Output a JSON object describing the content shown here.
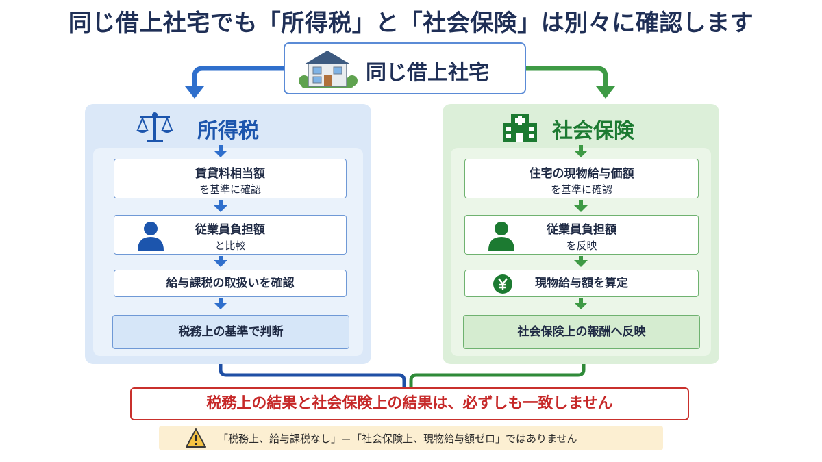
{
  "title": "同じ借上社宅でも「所得税」と「社会保険」は別々に確認します",
  "top": {
    "label": "同じ借上社宅",
    "icon": "house-icon"
  },
  "tax": {
    "title": "所得税",
    "icon": "scales-icon",
    "color": "#1c55ad",
    "steps": [
      {
        "main": "賃貸料相当額",
        "sub": "を基準に確認"
      },
      {
        "main": "従業員負担額",
        "sub": "と比較",
        "icon": "person-icon"
      },
      {
        "main": "給与課税の取扱いを確認"
      },
      {
        "main": "税務上の基準で判断"
      }
    ]
  },
  "si": {
    "title": "社会保険",
    "icon": "hospital-icon",
    "color": "#1c7a31",
    "steps": [
      {
        "main": "住宅の現物給与価額",
        "sub": "を基準に確認"
      },
      {
        "main": "従業員負担額",
        "sub": "を反映",
        "icon": "person-icon"
      },
      {
        "main": "現物給与額を算定",
        "icon": "yen-icon"
      },
      {
        "main": "社会保険上の報酬へ反映"
      }
    ]
  },
  "conclusion": "税務上の結果と社会保険上の結果は、必ずしも一致しません",
  "note": {
    "text": "「税務上、給与課税なし」＝「社会保険上、現物給与額ゼロ」ではありません",
    "icon": "warning-icon"
  }
}
